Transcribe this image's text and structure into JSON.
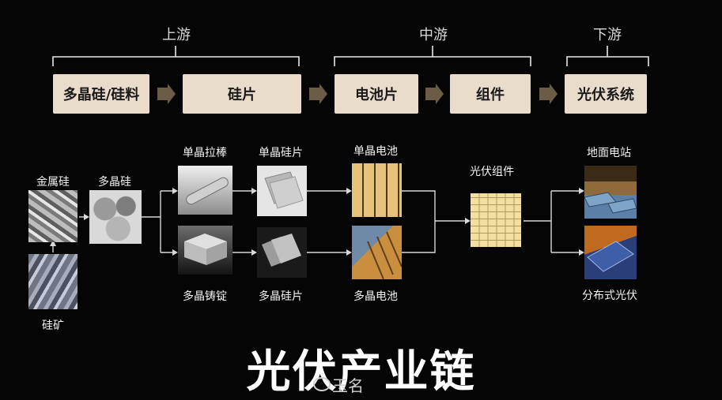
{
  "stages": {
    "upstream": "上游",
    "midstream": "中游",
    "downstream": "下游"
  },
  "flow_boxes": [
    "多晶硅/硅料",
    "硅片",
    "电池片",
    "组件",
    "光伏系统"
  ],
  "items": {
    "metal_silicon": "金属硅",
    "polysilicon": "多晶硅",
    "silicon_ore": "硅矿",
    "mono_rod": "单晶拉棒",
    "poly_ingot": "多晶铸锭",
    "mono_wafer": "单晶硅片",
    "poly_wafer": "多晶硅片",
    "mono_cell": "单晶电池",
    "poly_cell": "多晶电池",
    "pv_module": "光伏组件",
    "ground_station": "地面电站",
    "distributed_pv": "分布式光伏"
  },
  "title": "光伏产业链",
  "watermark": "玉名",
  "colors": {
    "box_fill": "#e9dccb",
    "arrow_fill": "#6b5d45",
    "background": "#050505"
  }
}
